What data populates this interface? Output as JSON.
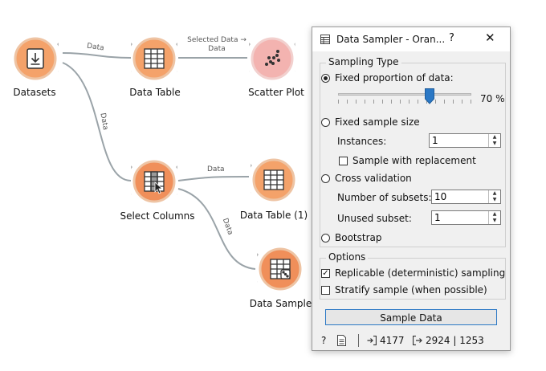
{
  "canvas": {
    "nodes": [
      {
        "label": "Datasets"
      },
      {
        "label": "Data Table"
      },
      {
        "label": "Scatter Plot"
      },
      {
        "label": "Select Columns"
      },
      {
        "label": "Data Table (1)"
      },
      {
        "label": "Data Sampler"
      }
    ],
    "links": {
      "datasets_to_table": "Data",
      "table_to_scatter_line1": "Selected Data →",
      "table_to_scatter_line2": "Data",
      "datasets_to_select": "Data",
      "select_to_table1": "Data",
      "select_to_sampler": "Data"
    }
  },
  "dialog": {
    "title": "Data Sampler - Oran...",
    "help_glyph": "?",
    "close_glyph": "✕",
    "sampling_type": {
      "title": "Sampling Type",
      "fixed_proportion": "Fixed proportion of data:",
      "proportion_percent": 70,
      "proportion_text": "70 %",
      "fixed_size": "Fixed sample size",
      "instances_label": "Instances:",
      "instances_value": "1",
      "replacement": "Sample with replacement",
      "cross_validation": "Cross validation",
      "subsets_label": "Number of subsets:",
      "subsets_value": "10",
      "unused_label": "Unused subset:",
      "unused_value": "1",
      "bootstrap": "Bootstrap"
    },
    "options": {
      "title": "Options",
      "replicable": "Replicable (deterministic) sampling",
      "stratify": "Stratify sample (when possible)"
    },
    "sample_button": "Sample Data",
    "status": {
      "input_count": "4177",
      "output_counts": "2924 | 1253"
    }
  },
  "colors": {
    "node_orange": "#f4a26a",
    "node_pink": "#f3b3b0",
    "accent_blue": "#2b78c5"
  }
}
